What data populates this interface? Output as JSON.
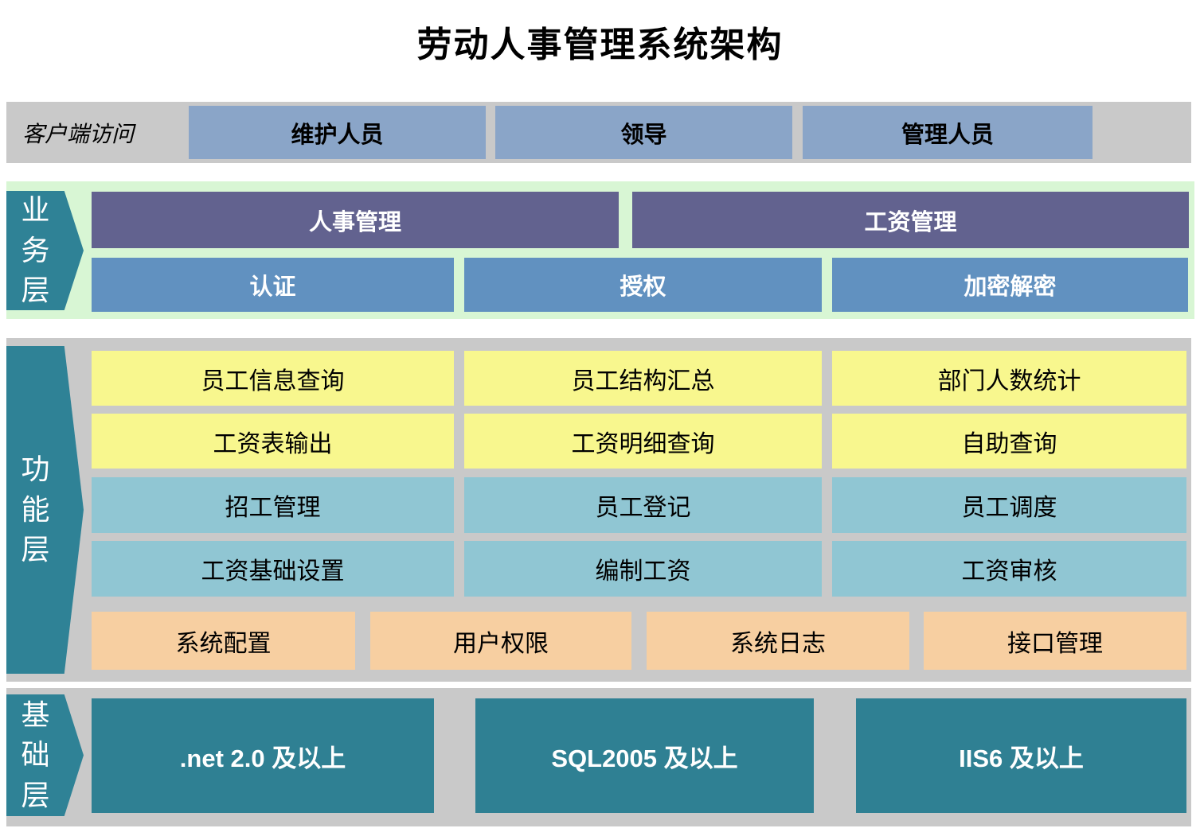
{
  "title": "劳动人事管理系统架构",
  "client_band": {
    "label": "客户端访问",
    "boxes": [
      "维护人员",
      "领导",
      "管理人员"
    ]
  },
  "business_layer": {
    "label": "业务层",
    "modules": [
      "人事管理",
      "工资管理"
    ],
    "services": [
      "认证",
      "授权",
      "加密解密"
    ]
  },
  "function_layer": {
    "label": "功能层",
    "query_row1": [
      "员工信息查询",
      "员工结构汇总",
      "部门人数统计"
    ],
    "query_row2": [
      "工资表输出",
      "工资明细查询",
      "自助查询"
    ],
    "manage_row1": [
      "招工管理",
      "员工登记",
      "员工调度"
    ],
    "manage_row2": [
      "工资基础设置",
      "编制工资",
      "工资审核"
    ],
    "system_row": [
      "系统配置",
      "用户权限",
      "系统日志",
      "接口管理"
    ]
  },
  "base_layer": {
    "label": "基础层",
    "boxes": [
      ".net 2.0 及以上",
      "SQL2005 及以上",
      "IIS6 及以上"
    ]
  },
  "colors": {
    "band_gray": "#c9c9c9",
    "band_green": "#d8f6d4",
    "client_blue": "#8aa5c8",
    "module_purple": "#62628f",
    "service_blue": "#6191c0",
    "layer_arrow_teal": "#2f8296",
    "query_yellow": "#f8f78e",
    "manage_light_blue": "#90c6d3",
    "system_orange": "#f7cfa1",
    "base_teal": "#2f8093",
    "text_dark": "#000000",
    "text_light": "#ffffff"
  }
}
